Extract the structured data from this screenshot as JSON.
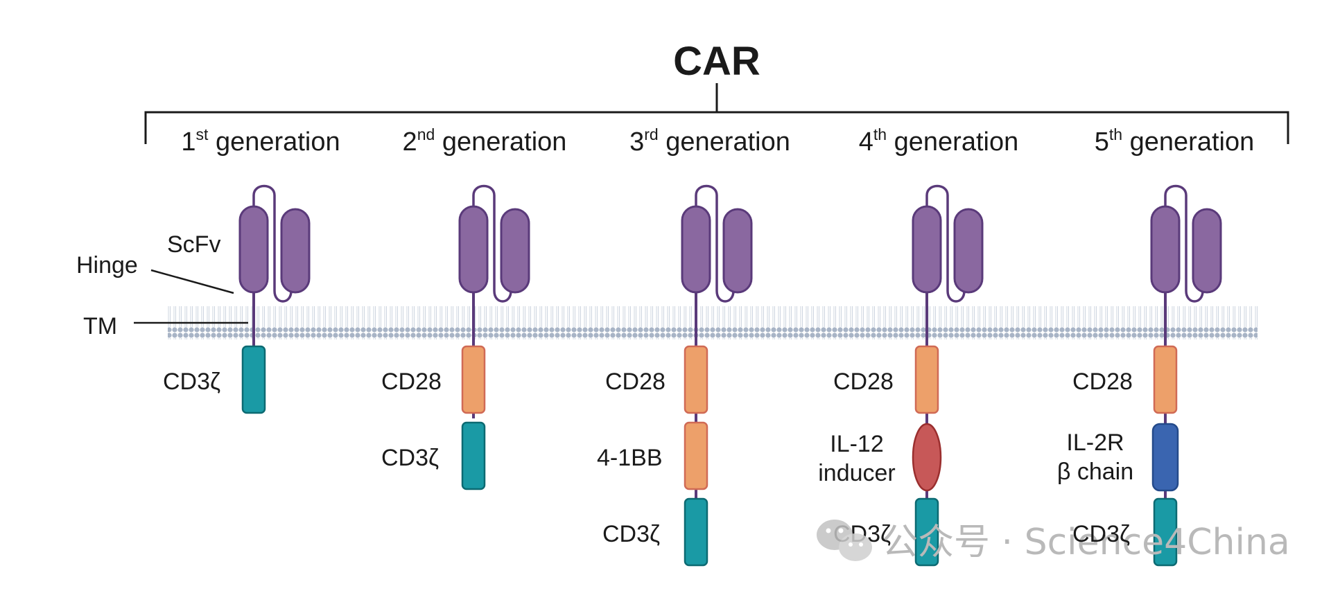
{
  "title": "CAR",
  "generations": [
    {
      "num": "1",
      "sup": "st",
      "word": " generation"
    },
    {
      "num": "2",
      "sup": "nd",
      "word": " generation"
    },
    {
      "num": "3",
      "sup": "rd",
      "word": " generation"
    },
    {
      "num": "4",
      "sup": "th",
      "word": " generation"
    },
    {
      "num": "5",
      "sup": "th",
      "word": " generation"
    }
  ],
  "labels": {
    "scfv": "ScFv",
    "hinge": "Hinge",
    "tm": "TM",
    "cd3z": "CD3ζ",
    "cd28": "CD28",
    "bb41": "4-1BB",
    "il12_l1": "IL-12",
    "il12_l2": "inducer",
    "il2r_l1": "IL-2R",
    "il2r_l2": "β chain"
  },
  "watermark": {
    "text": "公众号 · Science4China",
    "icon": "wechat-icon"
  },
  "colors": {
    "scfv": "#8a68a0",
    "scfv_stroke": "#5a3a7a",
    "stalk": "#5a3a7a",
    "cd3z": "#1a9aa5",
    "cd28": "#eda06a",
    "il12": "#c75858",
    "il2r": "#3a65b0",
    "membrane": "#a8b4c6"
  }
}
